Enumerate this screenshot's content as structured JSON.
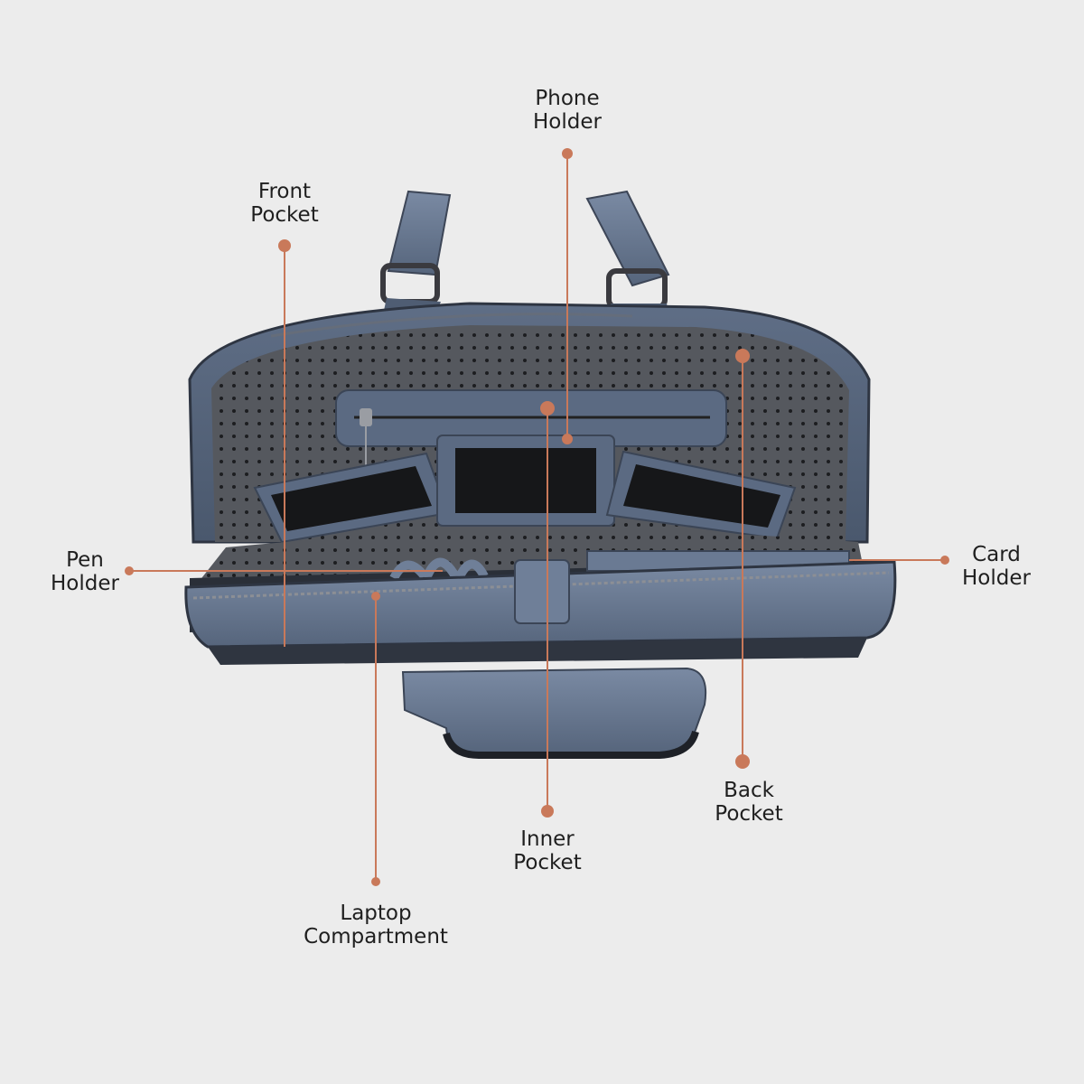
{
  "colors": {
    "background": "#ececec",
    "accent": "#c9795a",
    "bag_leather": "#6f7f98",
    "bag_dark": "#2f3540",
    "lining": "#4a4d52",
    "label_text": "#1f1f1f"
  },
  "callouts": {
    "phone_holder": {
      "line1": "Phone",
      "line2": "Holder"
    },
    "front_pocket": {
      "line1": "Front",
      "line2": "Pocket"
    },
    "pen_holder": {
      "line1": "Pen",
      "line2": "Holder"
    },
    "card_holder": {
      "line1": "Card",
      "line2": "Holder"
    },
    "back_pocket": {
      "line1": "Back",
      "line2": "Pocket"
    },
    "inner_pocket": {
      "line1": "Inner",
      "line2": "Pocket"
    },
    "laptop_compartment": {
      "line1": "Laptop",
      "line2": "Compartment"
    }
  }
}
